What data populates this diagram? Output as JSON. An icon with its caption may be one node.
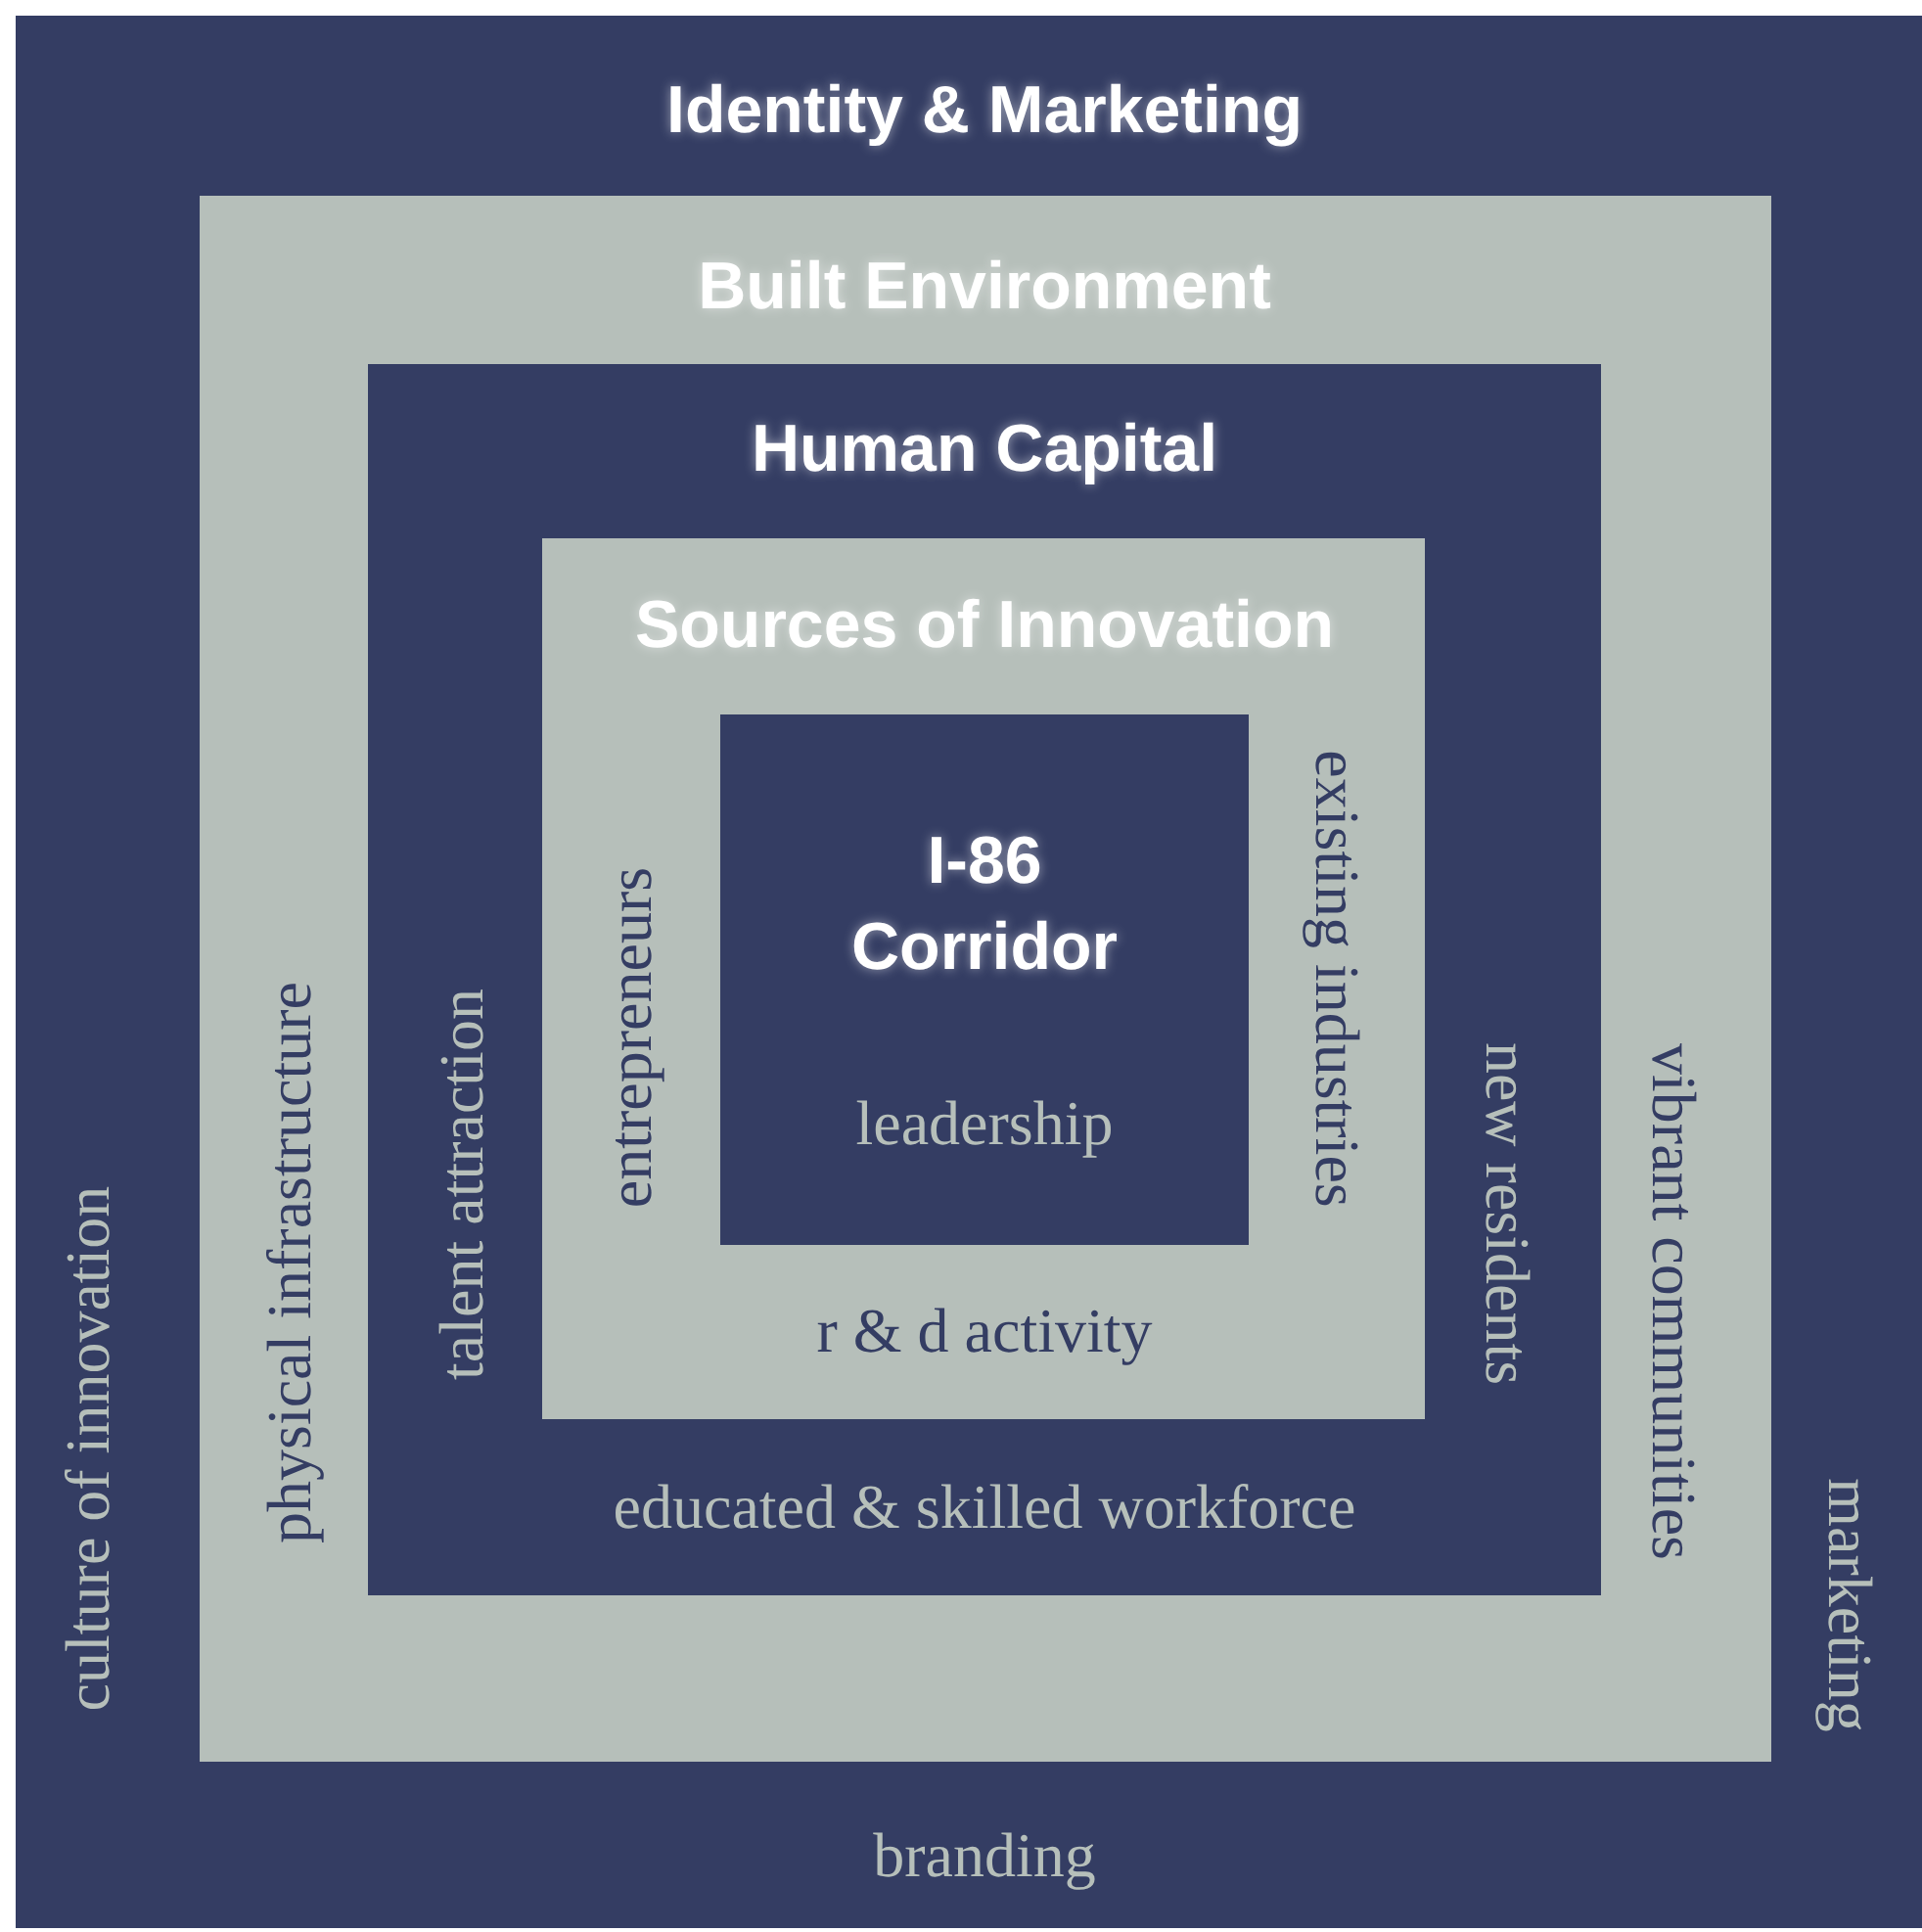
{
  "diagram": {
    "nodes": [
      {
        "text": [
          "Identity & Marketing",
          "culture of innovation",
          "marketing",
          "branding"
        ]
      },
      {
        "text": [
          "Built Environment",
          "physical infrastructure",
          "vibrant communities"
        ],
        "in": 0
      },
      {
        "text": [
          "Human Capital",
          "talent attraction",
          "new residents",
          "educated & skilled workforce"
        ],
        "in": 1
      },
      {
        "text": [
          "Sources of Innovation",
          "entrepreneurs",
          "existing industries",
          "r & d activity"
        ],
        "in": 2
      },
      {
        "text": [
          "I-86 Corridor",
          "leadership"
        ],
        "in": 3
      }
    ]
  }
}
